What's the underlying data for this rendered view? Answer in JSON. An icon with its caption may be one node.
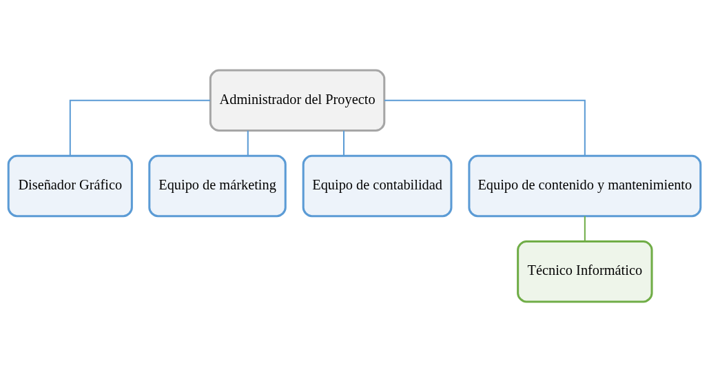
{
  "diagram": {
    "nodes": [
      {
        "text": [
          "Administrador del Proyecto"
        ]
      },
      {
        "text": [
          "Diseñador Gráfico"
        ]
      },
      {
        "text": [
          "Equipo de márketing"
        ]
      },
      {
        "text": [
          "Equipo de contabilidad"
        ]
      },
      {
        "text": [
          "Equipo de contenido y mantenimiento"
        ]
      },
      {
        "text": [
          "Técnico Informático"
        ]
      }
    ],
    "edges": [
      {
        "from": 0,
        "to": 1,
        "arrow": "none"
      },
      {
        "from": 0,
        "to": 2,
        "arrow": "none"
      },
      {
        "from": 0,
        "to": 3,
        "arrow": "none"
      },
      {
        "from": 0,
        "to": 4,
        "arrow": "none"
      },
      {
        "from": 4,
        "to": 5,
        "arrow": "none",
        "color": "#70ad47"
      }
    ]
  }
}
